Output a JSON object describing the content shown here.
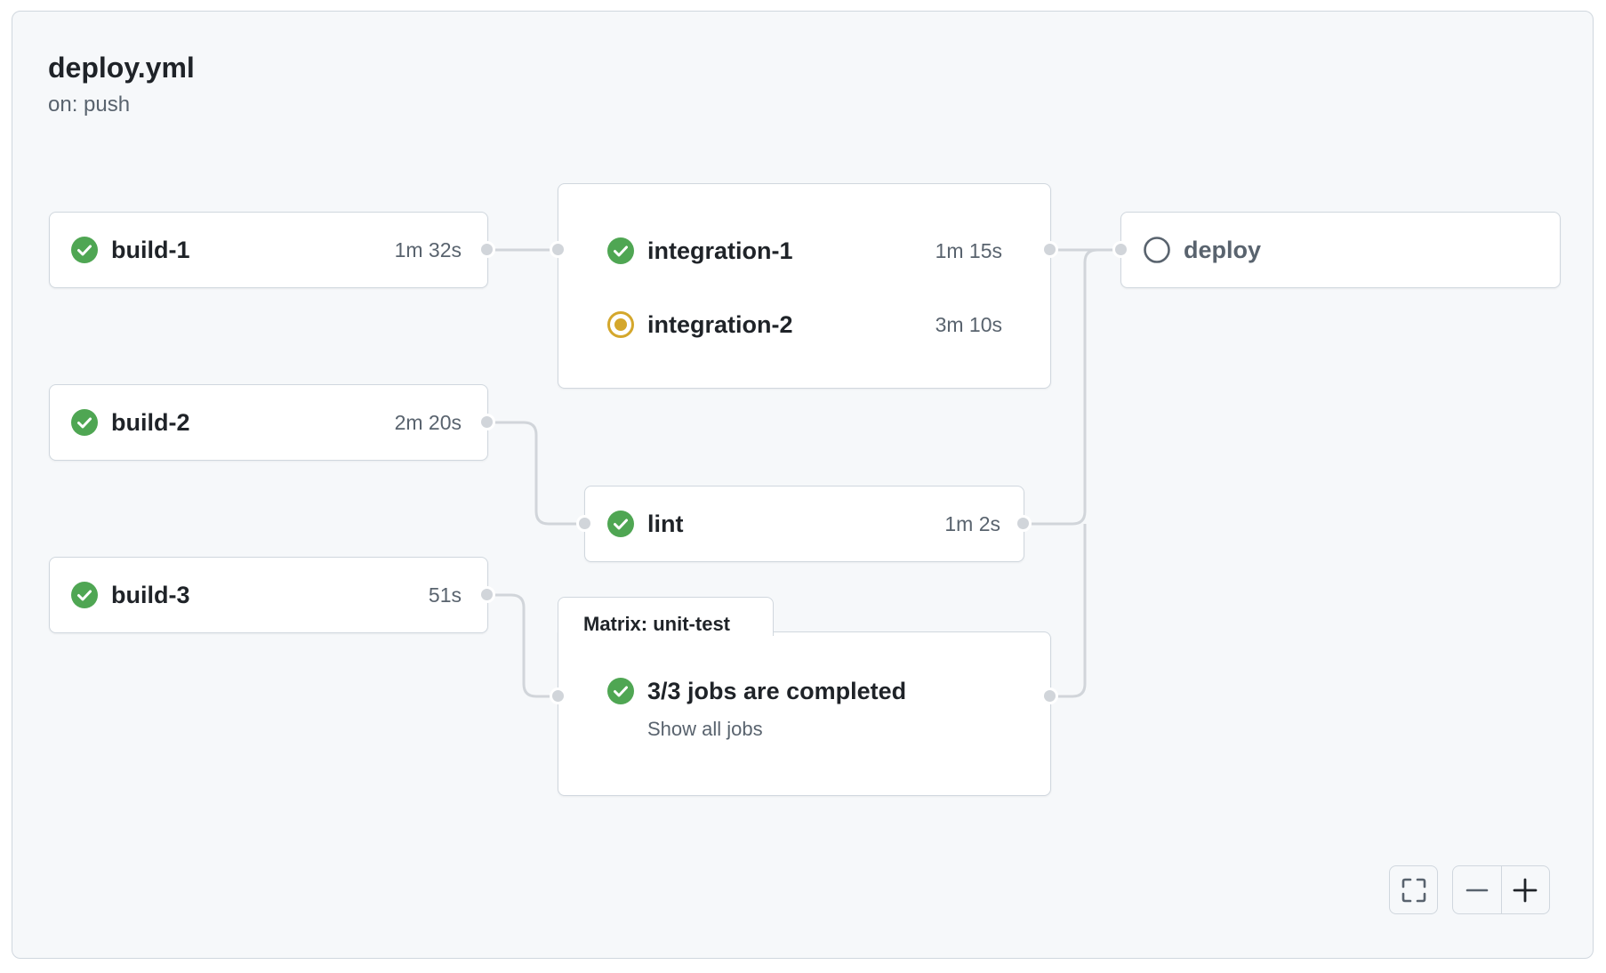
{
  "workflow": {
    "file_name": "deploy.yml",
    "trigger": "on: push"
  },
  "jobs": {
    "build_1": {
      "name": "build-1",
      "duration": "1m 32s",
      "status": "success"
    },
    "build_2": {
      "name": "build-2",
      "duration": "2m 20s",
      "status": "success"
    },
    "build_3": {
      "name": "build-3",
      "duration": "51s",
      "status": "success"
    },
    "integration_1": {
      "name": "integration-1",
      "duration": "1m 15s",
      "status": "success"
    },
    "integration_2": {
      "name": "integration-2",
      "duration": "3m 10s",
      "status": "in-progress"
    },
    "lint": {
      "name": "lint",
      "duration": "1m 2s",
      "status": "success"
    },
    "deploy": {
      "name": "deploy",
      "duration": "",
      "status": "pending"
    }
  },
  "matrix": {
    "label": "Matrix: unit-test",
    "summary": "3/3 jobs are completed",
    "show_all": "Show all jobs",
    "status": "success"
  },
  "controls": {
    "fullscreen_icon": "fullscreen-icon",
    "zoom_out_icon": "minus-icon",
    "zoom_in_icon": "plus-icon"
  },
  "colors": {
    "success": "#4fa653",
    "in_progress": "#d4a72c",
    "pending": "#59636e",
    "wire": "#d1d5da",
    "canvas": "#f6f8fa",
    "border": "#d0d7de"
  }
}
